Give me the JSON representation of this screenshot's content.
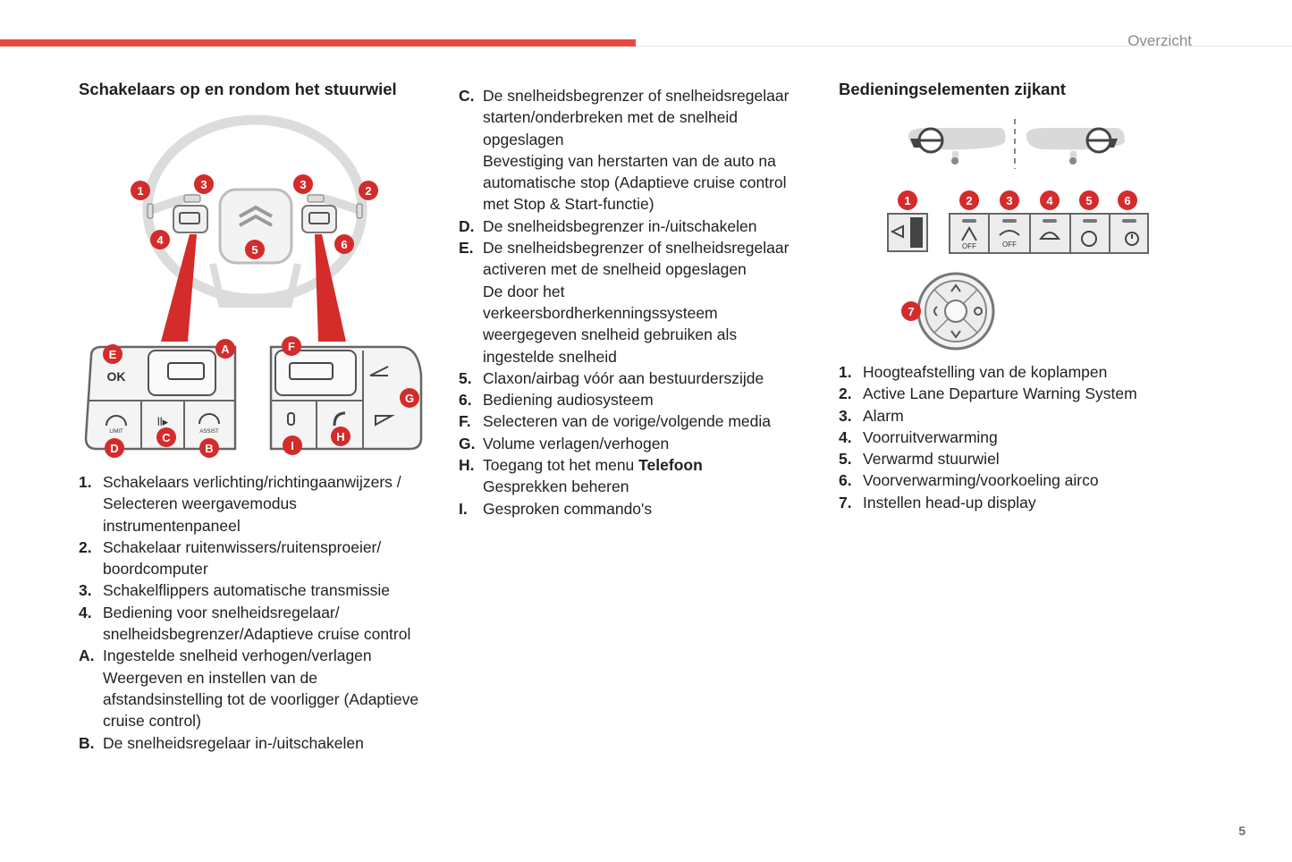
{
  "header": {
    "section": "Overzicht",
    "page_number": "5"
  },
  "steering": {
    "heading": "Schakelaars op en rondom het stuurwiel",
    "diagram_labels": {
      "badges_wheel": [
        "1",
        "3",
        "3",
        "2",
        "4",
        "5",
        "6"
      ],
      "badges_left_pad": [
        "E",
        "A",
        "D",
        "C",
        "B"
      ],
      "badges_right_pad": [
        "F",
        "G",
        "I",
        "H"
      ],
      "ok": "OK",
      "limit": "LIMIT",
      "assist": "ASSIST"
    },
    "items": [
      {
        "key": "1.",
        "lines": [
          "Schakelaars verlichting/richtingaanwijzers /",
          "Selecteren weergavemodus",
          "instrumentenpaneel"
        ]
      },
      {
        "key": "2.",
        "lines": [
          "Schakelaar ruitenwissers/ruitensproeier/",
          "boordcomputer"
        ]
      },
      {
        "key": "3.",
        "lines": [
          "Schakelflippers automatische transmissie"
        ]
      },
      {
        "key": "4.",
        "lines": [
          "Bediening voor snelheidsregelaar/",
          "snelheidsbegrenzer/Adaptieve cruise control"
        ]
      },
      {
        "key": "A.",
        "lines": [
          "Ingestelde snelheid verhogen/verlagen",
          "Weergeven en instellen van de",
          "afstandsinstelling tot de voorligger (Adaptieve",
          "cruise control)"
        ]
      },
      {
        "key": "B.",
        "lines": [
          "De snelheidsregelaar in-/uitschakelen"
        ]
      }
    ]
  },
  "middle": {
    "items": [
      {
        "key": "C.",
        "lines": [
          "De snelheidsbegrenzer of snelheidsregelaar",
          "starten/onderbreken met de snelheid",
          "opgeslagen",
          "Bevestiging van herstarten van de auto na",
          "automatische stop (Adaptieve cruise control",
          "met Stop & Start-functie)"
        ]
      },
      {
        "key": "D.",
        "lines": [
          "De snelheidsbegrenzer in-/uitschakelen"
        ]
      },
      {
        "key": "E.",
        "lines": [
          "De snelheidsbegrenzer of snelheidsregelaar",
          "activeren met de snelheid opgeslagen",
          "De door het",
          "verkeersbordherkenningssysteem",
          "weergegeven snelheid gebruiken als",
          "ingestelde snelheid"
        ]
      },
      {
        "key": "5.",
        "lines": [
          "Claxon/airbag vóór aan bestuurderszijde"
        ]
      },
      {
        "key": "6.",
        "lines": [
          "Bediening audiosysteem"
        ]
      },
      {
        "key": "F.",
        "lines": [
          "Selecteren van de vorige/volgende media"
        ]
      },
      {
        "key": "G.",
        "lines": [
          "Volume verlagen/verhogen"
        ]
      },
      {
        "key": "H.",
        "lines_rich": [
          [
            {
              "text": "Toegang tot het menu "
            },
            {
              "text": "Telefoon",
              "bold": true
            }
          ],
          [
            {
              "text": "Gesprekken beheren"
            }
          ]
        ]
      },
      {
        "key": "I.",
        "lines": [
          "Gesproken commando's"
        ]
      }
    ]
  },
  "side": {
    "heading": "Bedieningselementen zijkant",
    "diagram_labels": {
      "badges": [
        "1",
        "2",
        "3",
        "4",
        "5",
        "6",
        "7"
      ],
      "off": "OFF"
    },
    "items": [
      {
        "key": "1.",
        "lines": [
          "Hoogteafstelling van de koplampen"
        ]
      },
      {
        "key": "2.",
        "lines": [
          "Active Lane Departure Warning System"
        ]
      },
      {
        "key": "3.",
        "lines": [
          "Alarm"
        ]
      },
      {
        "key": "4.",
        "lines": [
          "Voorruitverwarming"
        ]
      },
      {
        "key": "5.",
        "lines": [
          "Verwarmd stuurwiel"
        ]
      },
      {
        "key": "6.",
        "lines": [
          "Voorverwarming/voorkoeling airco"
        ]
      },
      {
        "key": "7.",
        "lines": [
          "Instellen head-up display"
        ]
      }
    ]
  },
  "colors": {
    "accent": "#e8483e",
    "badge": "#d42b2b",
    "text": "#231f20"
  }
}
